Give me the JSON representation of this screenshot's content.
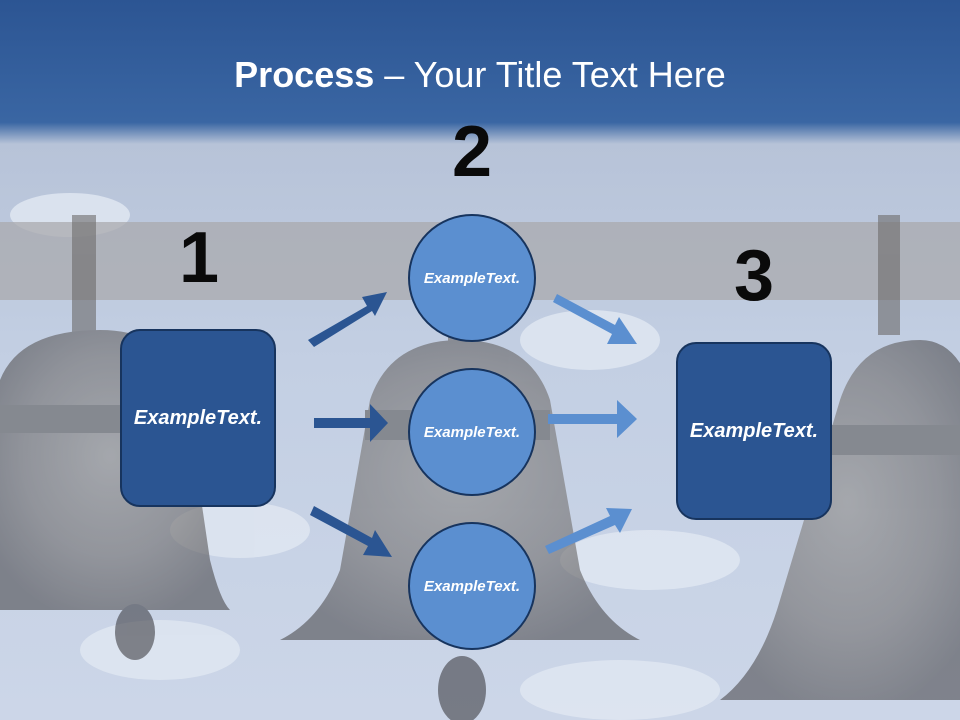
{
  "title": {
    "bold": "Process",
    "rest": " – Your Title Text Here"
  },
  "steps": {
    "one": "1",
    "two": "2",
    "three": "3"
  },
  "boxes": {
    "left": "Example Text.",
    "right": "Example Text."
  },
  "circles": [
    "Example Text.",
    "Example Text.",
    "Example Text."
  ],
  "colors": {
    "box": "#2b5592",
    "circle": "#5b8fd0",
    "arrow_dark": "#2b5592",
    "arrow_light": "#5b8fd0",
    "title_band": "#2c5593"
  },
  "icons": {
    "background": "bells-sky-photo",
    "arrows": "arrow-right-icon"
  }
}
